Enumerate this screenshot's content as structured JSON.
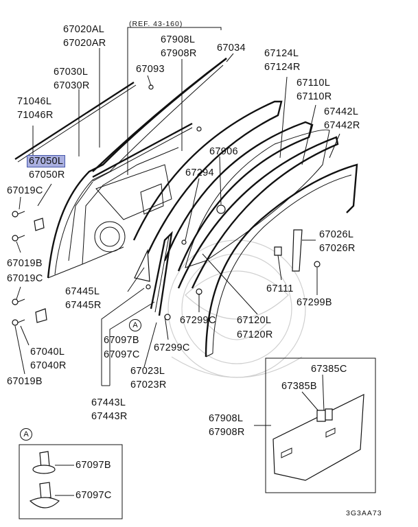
{
  "ref_label": "(REF. 43-160)",
  "diagram_code": "3G3AA73",
  "callout_letter": "A",
  "highlight_color": "#aab0e0",
  "labels": {
    "p67020": [
      "67020AL",
      "67020AR"
    ],
    "p67030": [
      "67030L",
      "67030R"
    ],
    "p71046": [
      "71046L",
      "71046R"
    ],
    "p67050": [
      "67050L",
      "67050R"
    ],
    "p67019c_top": "67019C",
    "p67019b_mid": "67019B",
    "p67019c_mid": "67019C",
    "p67040": [
      "67040L",
      "67040R"
    ],
    "p67019b_bot": "67019B",
    "p67908_top": [
      "67908L",
      "67908R"
    ],
    "p67034": "67034",
    "p67093": "67093",
    "p67124": [
      "67124L",
      "67124R"
    ],
    "p67110": [
      "67110L",
      "67110R"
    ],
    "p67442": [
      "67442L",
      "67442R"
    ],
    "p67906": "67906",
    "p67294": "67294",
    "p67026": [
      "67026L",
      "67026R"
    ],
    "p67111": "67111",
    "p67299b": "67299B",
    "p67445": [
      "67445L",
      "67445R"
    ],
    "p67299c_a": "67299C",
    "p67120": [
      "67120L",
      "67120R"
    ],
    "p67097_top": [
      "67097B",
      "67097C"
    ],
    "p67299c_b": "67299C",
    "p67023": [
      "67023L",
      "67023R"
    ],
    "p67443": [
      "67443L",
      "67443R"
    ],
    "p67385c": "67385C",
    "p67385b": "67385B",
    "p67908_bot": [
      "67908L",
      "67908R"
    ],
    "p67097b": "67097B",
    "p67097c": "67097C"
  }
}
